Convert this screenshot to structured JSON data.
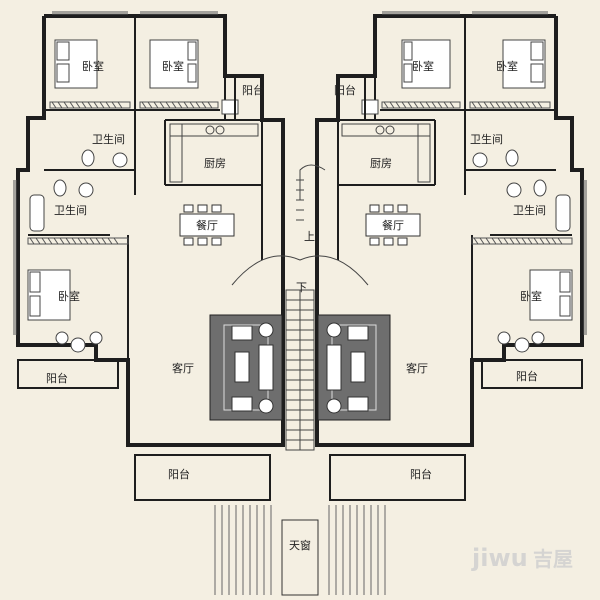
{
  "rooms": {
    "bedroom": "卧室",
    "bathroom": "卫生间",
    "kitchen": "厨房",
    "dining": "餐厅",
    "living": "客厅",
    "balcony": "阳台",
    "skylight": "天窗"
  },
  "stairs": {
    "up": "上",
    "down": "下"
  },
  "watermark": {
    "brand_latin": "jiwu",
    "brand_cn": "吉屋"
  },
  "colors": {
    "background": "#f4efe2",
    "wall": "#1e1e1e",
    "line": "#555555",
    "rug": "#6e6e6e",
    "watermark": "#d0d0d0"
  }
}
